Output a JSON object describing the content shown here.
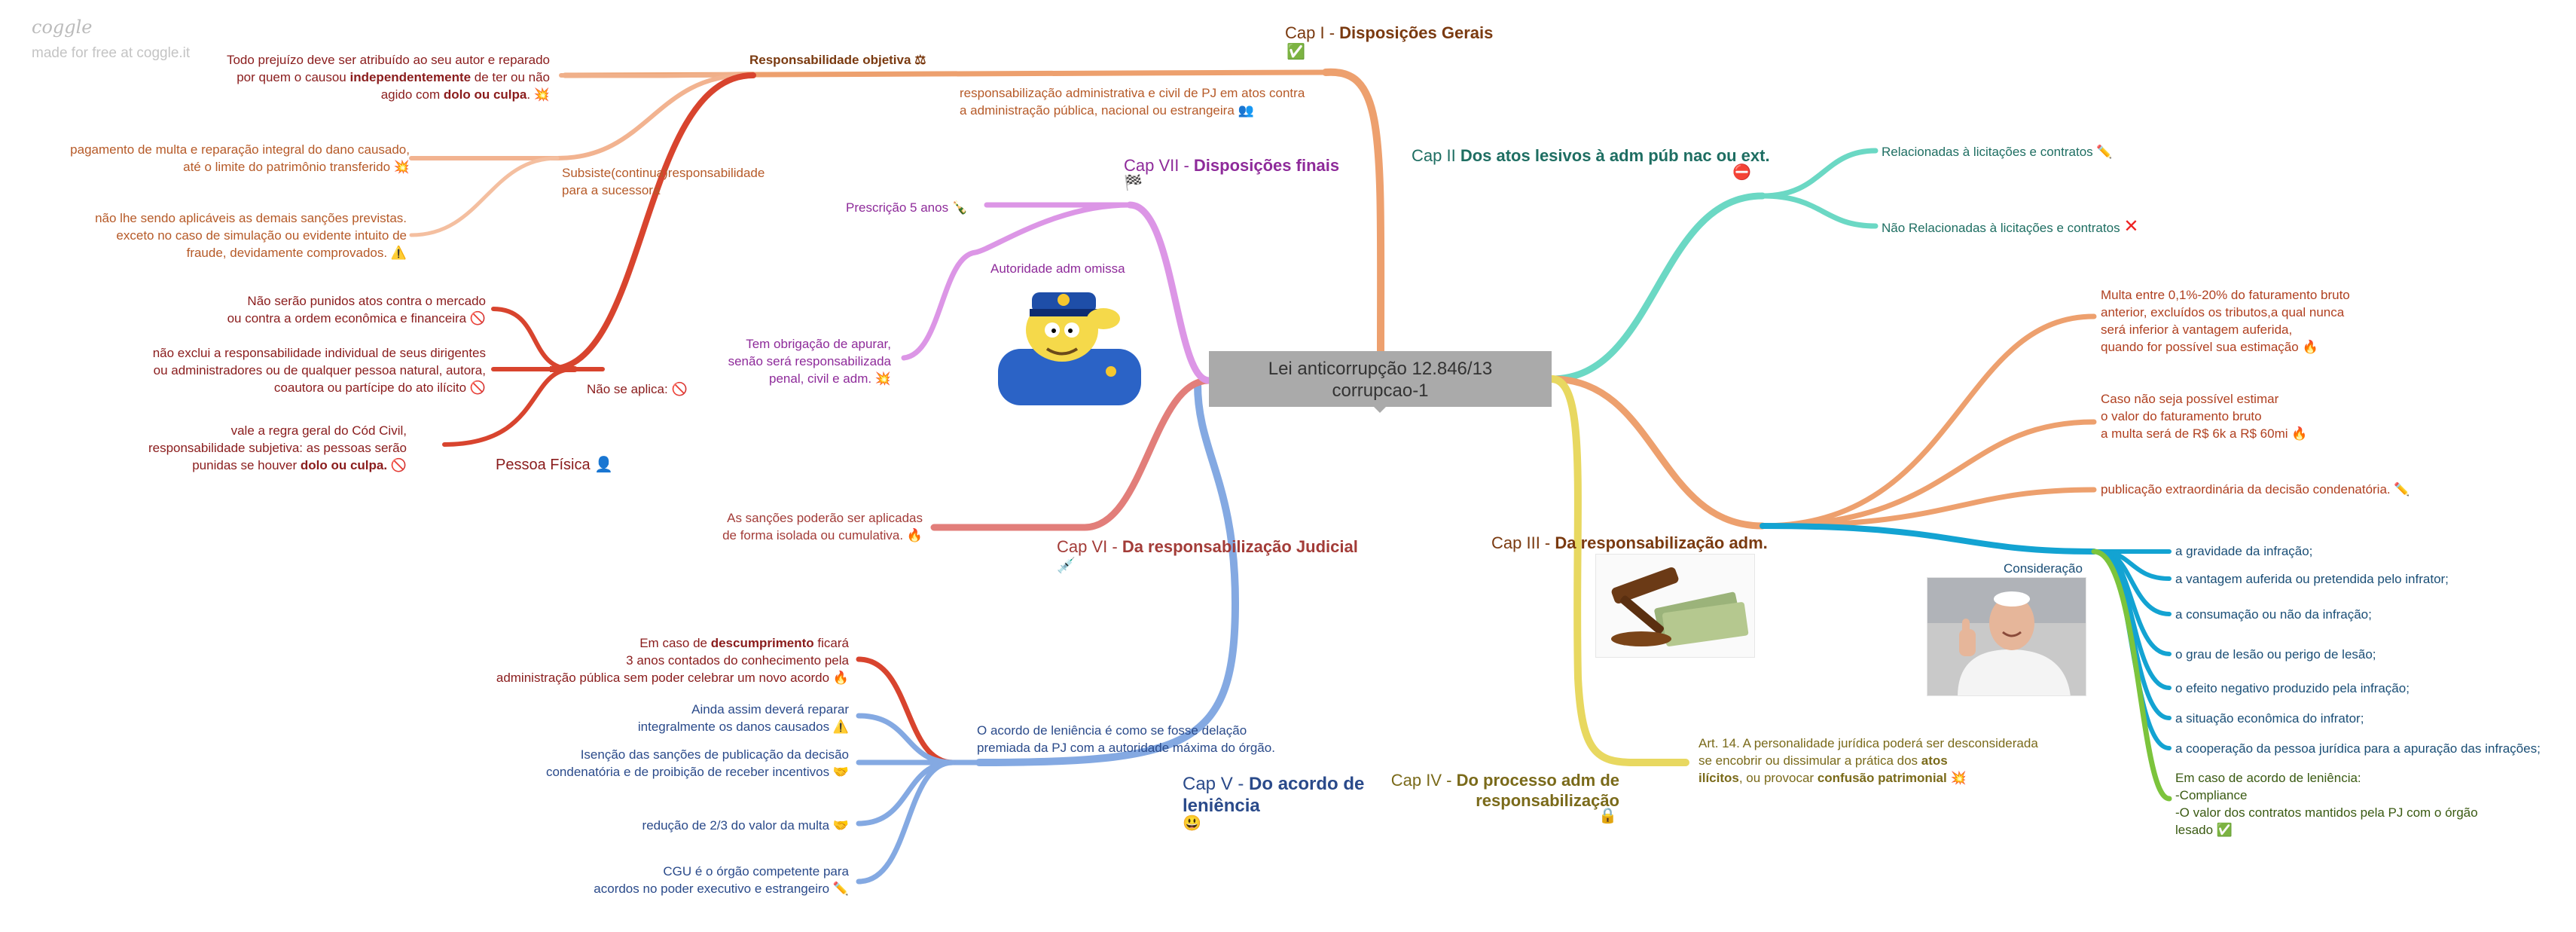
{
  "branding": {
    "logo": "coggle",
    "tagline": "made for free at coggle.it"
  },
  "center": {
    "line1": "Lei anticorrupção 12.846/13",
    "line2": "corrupcao-1"
  },
  "colors": {
    "orange": "#eda06e",
    "teal": "#6bd8c4",
    "cyan": "#13a3d2",
    "yellow": "#e8d860",
    "green": "#7cc43c",
    "blue": "#84a9e2",
    "red": "#d8442e",
    "salmon": "#e27e7a",
    "purple": "#dc96e6"
  },
  "cap1": {
    "prefix": "Cap I - ",
    "title": "Disposições Gerais",
    "emoji": "✅",
    "desc1": "responsabilização administrativa e civil de PJ em atos contra",
    "desc2": "a administração pública, nacional ou estrangeira",
    "obj_label": "Responsabilidade objetiva",
    "obj1": "Todo prejuízo deve ser atribuído ao seu autor e reparado",
    "obj2a": "por quem o causou ",
    "obj2b": "independentemente",
    "obj2c": " de ter ou não",
    "obj3a": "agido com ",
    "obj3b": "dolo ou culpa",
    "obj3c": ".",
    "sub1": "Subsiste(continua)responsabilidade",
    "sub2": "para a sucessora",
    "mul1": "pagamento de multa e reparação integral do dano causado,",
    "mul2": "até o limite do patrimônio transferido",
    "nao1": "não lhe sendo aplicáveis as demais sanções previstas.",
    "nao2": "exceto no caso de simulação ou evidente intuito de",
    "nao3": "fraude, devidamente comprovados.",
    "naoaplica": "Não se aplica:",
    "np1a": "Não serão punidos atos contra o mercado",
    "np1b": "ou contra a ordem econômica e financeira",
    "np2a": "não exclui a responsabilidade individual de seus dirigentes",
    "np2b": "ou administradores ou de qualquer pessoa natural, autora,",
    "np2c": "coautora ou partícipe do ato ilícito",
    "np3a": "vale a regra geral do Cód Civil,",
    "np3b": "responsabilidade subjetiva: as pessoas serão",
    "np3c1": "punidas se houver ",
    "np3c2": "dolo ou culpa.",
    "pessoa": "Pessoa Física"
  },
  "cap2": {
    "prefix": "Cap II ",
    "title": "Dos atos lesivos à adm púb nac ou ext.",
    "item1": "Relacionadas à licitações e contratos",
    "item2": "Não Relacionadas à licitações e contratos"
  },
  "cap3": {
    "prefix": "Cap III - ",
    "title": "Da responsabilização adm.",
    "m1": "Multa entre 0,1%-20% do faturamento bruto",
    "m2": "anterior, excluídos os tributos,a qual nunca",
    "m3": "será inferior à vantagem auferida,",
    "m4": "quando for possível sua estimação",
    "c1": "Caso não seja possível estimar",
    "c2": "o valor do faturamento bruto",
    "c3": "a multa será de R$ 6k a R$ 60mi",
    "pub": "publicação extraordinária da decisão condenatória.",
    "consid": "Consideração",
    "considerations": [
      "a gravidade da infração;",
      "a vantagem auferida ou pretendida pelo infrator;",
      "a consumação ou não da infração;",
      "o grau de lesão ou perigo de lesão;",
      "o efeito negativo produzido pela infração;",
      "a situação econômica do infrator;",
      "a cooperação da pessoa jurídica para a apuração das infrações;"
    ],
    "len1": "Em caso de acordo de leniência:",
    "len2": "-Compliance",
    "len3": "-O valor dos contratos mantidos pela PJ com o órgão",
    "len4": "lesado"
  },
  "cap4": {
    "prefix": "Cap IV - ",
    "title1": "Do processo adm de",
    "title2": "responsabilização",
    "a1": "Art. 14. A personalidade jurídica poderá ser desconsiderada",
    "a2a": "se encobrir ou dissimular a prática dos ",
    "a2b": "atos",
    "a3a": "ilícitos",
    "a3b": ", ou provocar ",
    "a3c": "confusão patrimonial"
  },
  "cap5": {
    "prefix": "Cap V - ",
    "title1": "Do acordo de",
    "title2": "leniência",
    "desc1": "O acordo de leniência é como se fosse delação",
    "desc2": "premiada da PJ com a autoridade máxima do órgão.",
    "d1a": "Em caso de ",
    "d1b": "descumprimento",
    "d1c": " ficará",
    "d2": "3 anos contados do conhecimento pela",
    "d3": "administração pública sem poder celebrar um novo acordo",
    "r1": "Ainda assim deverá reparar",
    "r2": "integralmente os danos causados",
    "i1": "Isenção das sanções de publicação da decisão",
    "i2": "condenatória e de proibição de receber incentivos",
    "red": "redução de 2/3 do valor da multa",
    "cgu1": "CGU é o órgão competente para",
    "cgu2": "acordos no poder executivo e estrangeiro"
  },
  "cap6": {
    "prefix": "Cap VI - ",
    "title": "Da responsabilização Judicial",
    "s1": "As sanções poderão ser aplicadas",
    "s2": "de forma isolada ou cumulativa."
  },
  "cap7": {
    "prefix": "Cap VII - ",
    "title": "Disposições finais",
    "presc": "Prescrição 5 anos",
    "omissa": "Autoridade adm omissa",
    "t1": "Tem obrigação de apurar,",
    "t2": "senão será responsabilizada",
    "t3": "penal, civil e adm."
  }
}
